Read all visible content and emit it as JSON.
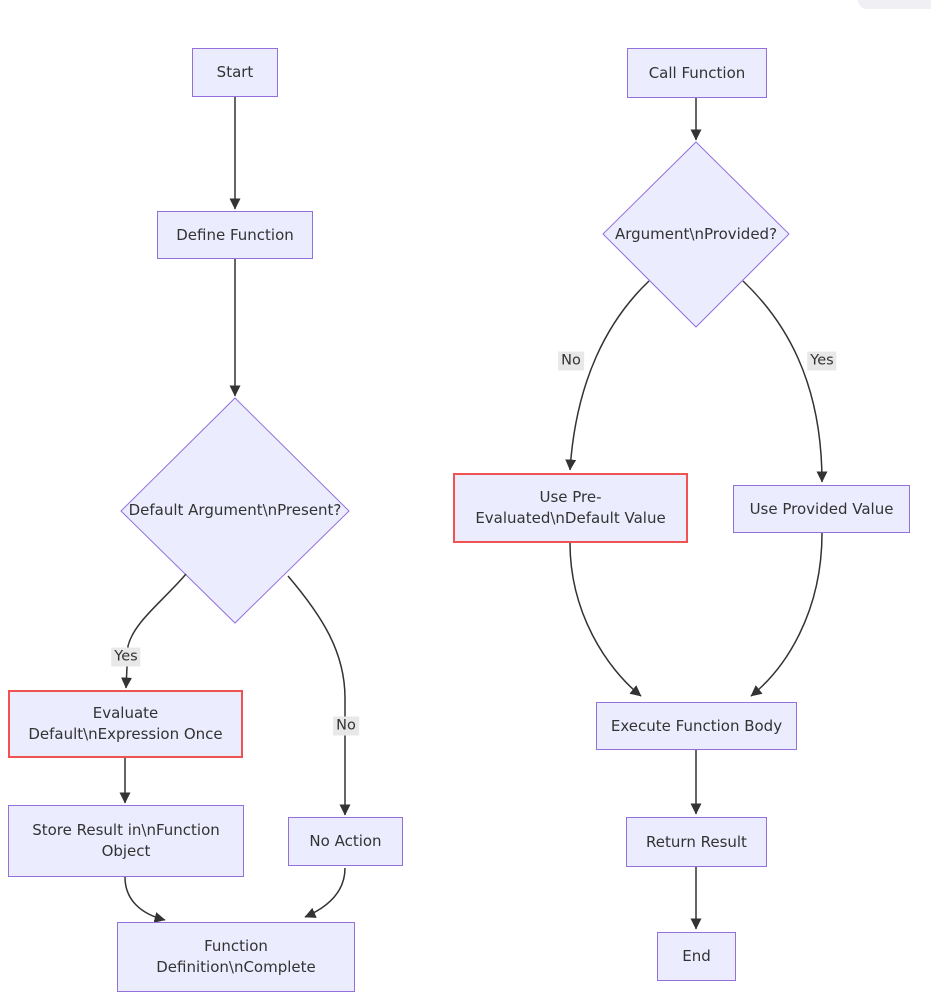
{
  "diagram": {
    "type": "flowchart",
    "direction": "top-down",
    "colors": {
      "node_fill": "#ECECFF",
      "node_border": "#9370DB",
      "highlight_border": "#f05252",
      "edge_color": "#333333",
      "edge_label_bg": "#e8e8e8",
      "text_color": "#333333",
      "background": "#ffffff"
    },
    "nodes": {
      "start": {
        "lines": [
          "Start"
        ]
      },
      "define_function": {
        "lines": [
          "Define Function"
        ]
      },
      "default_argument_present": {
        "lines": [
          "Default Argument\\nPresent?"
        ]
      },
      "evaluate_default": {
        "lines": [
          "Evaluate",
          "Default\\nExpression Once"
        ]
      },
      "store_result": {
        "lines": [
          "Store Result in\\nFunction",
          "Object"
        ]
      },
      "no_action": {
        "lines": [
          "No Action"
        ]
      },
      "function_definition_complete": {
        "lines": [
          "Function",
          "Definition\\nComplete"
        ]
      },
      "call_function": {
        "lines": [
          "Call Function"
        ]
      },
      "argument_provided": {
        "lines": [
          "Argument\\nProvided?"
        ]
      },
      "use_pre_evaluated": {
        "lines": [
          "Use Pre-",
          "Evaluated\\nDefault Value"
        ]
      },
      "use_provided_value": {
        "lines": [
          "Use Provided Value"
        ]
      },
      "execute_function_body": {
        "lines": [
          "Execute Function Body"
        ]
      },
      "return_result": {
        "lines": [
          "Return Result"
        ]
      },
      "end": {
        "lines": [
          "End"
        ]
      }
    },
    "edge_labels": {
      "left_yes": "Yes",
      "left_no": "No",
      "right_no": "No",
      "right_yes": "Yes"
    },
    "edges": [
      {
        "from": "start",
        "to": "define_function",
        "label": ""
      },
      {
        "from": "define_function",
        "to": "default_argument_present",
        "label": ""
      },
      {
        "from": "default_argument_present",
        "to": "evaluate_default",
        "label": "Yes"
      },
      {
        "from": "default_argument_present",
        "to": "no_action",
        "label": "No"
      },
      {
        "from": "evaluate_default",
        "to": "store_result",
        "label": ""
      },
      {
        "from": "store_result",
        "to": "function_definition_complete",
        "label": ""
      },
      {
        "from": "no_action",
        "to": "function_definition_complete",
        "label": ""
      },
      {
        "from": "call_function",
        "to": "argument_provided",
        "label": ""
      },
      {
        "from": "argument_provided",
        "to": "use_pre_evaluated",
        "label": "No"
      },
      {
        "from": "argument_provided",
        "to": "use_provided_value",
        "label": "Yes"
      },
      {
        "from": "use_pre_evaluated",
        "to": "execute_function_body",
        "label": ""
      },
      {
        "from": "use_provided_value",
        "to": "execute_function_body",
        "label": ""
      },
      {
        "from": "execute_function_body",
        "to": "return_result",
        "label": ""
      },
      {
        "from": "return_result",
        "to": "end",
        "label": ""
      }
    ]
  }
}
